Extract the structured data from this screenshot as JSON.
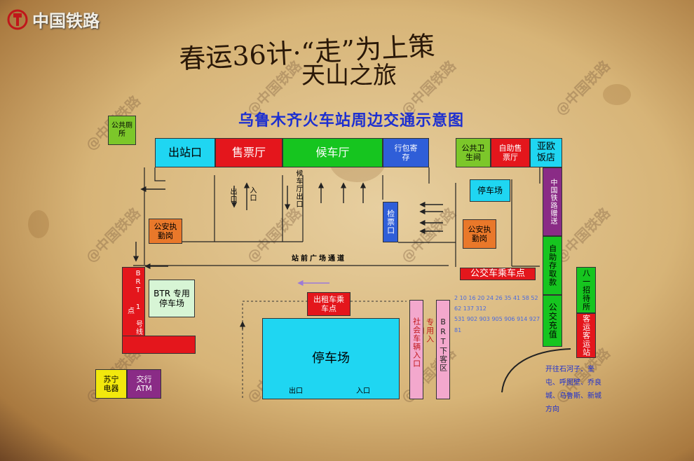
{
  "logo": {
    "text": "中国铁路"
  },
  "title": {
    "main": "春运36计·“走”为上策",
    "sub": "天山之旅"
  },
  "map_title": "乌鲁木齐火车站周边交通示意图",
  "watermark": "@中国铁路",
  "boxes": {
    "public_toilet": "公共厕所",
    "exit_hall": "出站口",
    "ticket_hall": "售票厅",
    "waiting_hall": "候车厅",
    "luggage": "行包寄存",
    "public_health": "公共卫生间",
    "self_ticket": "自助售票厅",
    "eurasia_hotel": "亚欧饭店",
    "parking_small": "停车场",
    "right_purple_vertical": "中国铁路赠送",
    "right_green_vertical": "自助存取款",
    "bus_recharge": "公交充值",
    "police_left": "公安执勤岗",
    "police_right": "公安执勤岗",
    "ticket_check": "检票口",
    "bus_stop": "公交车乘车点",
    "bus_routes_line1": "2 10 16 20 24 26 35 41 58 52 62 137 312",
    "bus_routes_line2": "531 902 903 905 906 914 927 81",
    "taxi": "出租车乘车点",
    "brt_left": "BRT 1 号线乘车点",
    "brt_dedicated": "BTR 专用停车场",
    "parking_main": "停车场",
    "parking_exit": "出口",
    "parking_entry": "入口",
    "social_entry": "社会车辆入口",
    "brt_entry": "BRT专用入口",
    "brt_dropoff": "BRT下客区",
    "bayi": "八一招待所",
    "passenger_station": "客运客运站",
    "suning": "苏宁电器",
    "bank_atm": "交行ATM",
    "destinations": "开往石河子、奎屯、呼图壁、乔良城、乌鲁斯、新城方向"
  },
  "labels": {
    "exit_small": "出口",
    "entry_small": "入口",
    "waiting_exit": "候车厅出口",
    "plaza_passage": "站前广场通道"
  },
  "colors": {
    "cyan": "#1fd6f2",
    "red": "#e4161c",
    "green": "#16c51f",
    "blue": "#2f5ed8",
    "lime": "#7cc72a",
    "purple": "#8a2b86",
    "orange": "#e9782a",
    "pink": "#f3a8cd",
    "yellow": "#f2e80d",
    "mint": "#d7f5d5"
  }
}
